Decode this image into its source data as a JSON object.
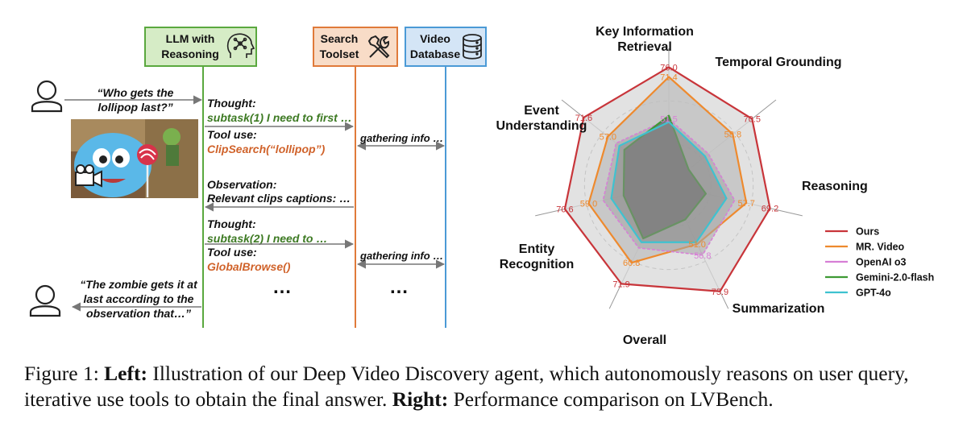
{
  "left": {
    "actors": {
      "llm": "LLM with Reasoning",
      "toolset": "Search Toolset",
      "database": "Video Database"
    },
    "query": "“Who gets the lollipop last?”",
    "step1": {
      "thought_label": "Thought:",
      "thought_text": "subtask(1) I need to first …",
      "tool_label": "Tool use:",
      "tool_call": "ClipSearch(“lollipop”)"
    },
    "gathering1": "gathering info …",
    "observation_label": "Observation:",
    "observation_text": "Relevant clips captions: …",
    "step2": {
      "thought_label": "Thought:",
      "thought_text": "subtask(2) I need to …",
      "tool_label": "Tool use:",
      "tool_call": "GlobalBrowse()"
    },
    "gathering2": "gathering info …",
    "ellipsis": "…",
    "answer": "“The zombie gets it at last according to the observation that…”"
  },
  "chart_data": {
    "type": "radar",
    "axes": [
      "Key Information Retrieval",
      "Temporal Grounding",
      "Reasoning",
      "Summarization",
      "Overall",
      "Entity Recognition",
      "Event Understanding"
    ],
    "series": [
      {
        "name": "Ours",
        "color": "#c8353a",
        "values": [
          76.0,
          70.5,
          69.2,
          75.9,
          71.9,
          70.6,
          71.6
        ]
      },
      {
        "name": "MR. Video",
        "color": "#ee8a2e",
        "values": [
          71.4,
          58.8,
          57.7,
          51.0,
          60.8,
          59.0,
          57.0
        ]
      },
      {
        "name": "OpenAI o3",
        "color": "#d77fd6",
        "values": [
          51.5,
          44.0,
          52.0,
          56.8,
          53.0,
          52.0,
          52.0
        ]
      },
      {
        "name": "Gemini-2.0-flash",
        "color": "#3e9a34",
        "values": [
          53.0,
          32.0,
          38.0,
          38.0,
          48.0,
          42.0,
          47.0
        ]
      },
      {
        "name": "GPT-4o",
        "color": "#3ec2d0",
        "values": [
          50.0,
          42.0,
          48.0,
          50.0,
          50.0,
          48.0,
          50.0
        ]
      }
    ],
    "value_labels": [
      {
        "series": "Ours",
        "labels": [
          "76.0",
          "70.5",
          "69.2",
          "75.9",
          "71.9",
          "70.6",
          "71.6"
        ]
      },
      {
        "series": "MR. Video",
        "labels": [
          "71.4",
          "58.8",
          "57.7",
          "51.0",
          "60.8",
          "59.0",
          "57.0"
        ]
      },
      {
        "series": "OpenAI o3",
        "labels": [
          "51.5",
          "",
          "",
          "56.8",
          "",
          "",
          ""
        ]
      }
    ],
    "legend_position": "right",
    "grid": true
  },
  "caption": {
    "prefix": "Figure 1: ",
    "left_label": "Left:",
    "left_text": " Illustration of our Deep Video Discovery agent, which autonomously reasons on user query, iterative use tools to obtain the final answer. ",
    "right_label": "Right:",
    "right_text": " Performance comparison on LVBench."
  }
}
